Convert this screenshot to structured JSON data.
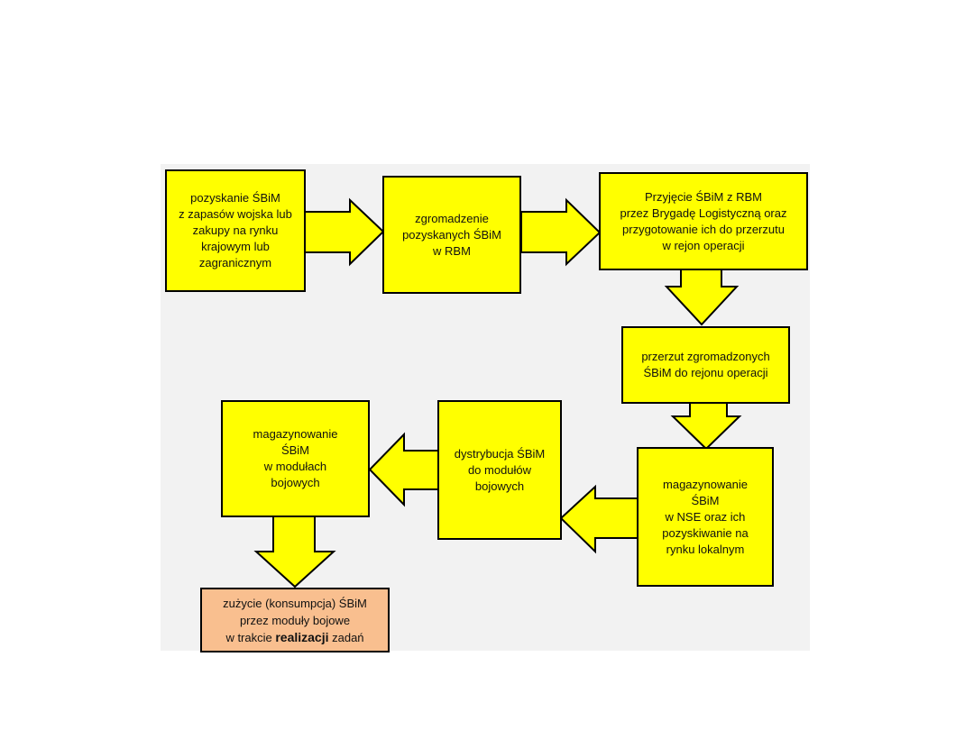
{
  "nodes": {
    "n1": "pozyskanie ŚBiM\nz zapasów wojska lub\nzakupy na rynku\nkrajowym lub\nzagranicznym",
    "n2": "zgromadzenie\npozyskanych ŚBiM\nw RBM",
    "n3": "Przyjęcie ŚBiM z RBM\nprzez Brygadę Logistyczną oraz\nprzygotowanie ich do przerzutu\nw rejon operacji",
    "n4": "przerzut zgromadzonych\nŚBiM do rejonu operacji",
    "n5": "magazynowanie\nŚBiM\nw NSE oraz ich\npozyskiwanie na\nrynku lokalnym",
    "n6": "dystrybucja ŚBiM\ndo modułów\nbojowych",
    "n7": "magazynowanie\nŚBiM\nw modułach\nbojowych",
    "n8": {
      "line1": "zużycie  (konsumpcja) ŚBiM",
      "line2": "przez moduły bojowe",
      "line3_pre": "w trakcie ",
      "line3_em": "realizacji",
      "line3_post": " zadań"
    }
  },
  "colors": {
    "box_fill": "#ffff00",
    "final_fill": "#f9bf8f",
    "border": "#000000",
    "panel": "#f2f2f2"
  }
}
